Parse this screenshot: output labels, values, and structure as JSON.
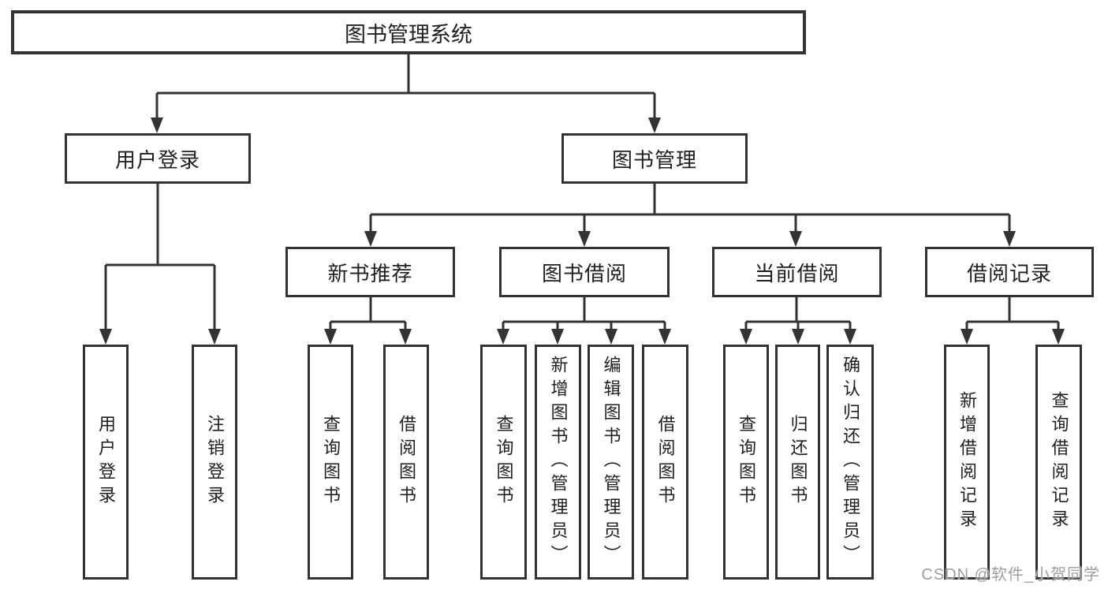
{
  "diagram": {
    "root": "图书管理系统",
    "branches": [
      {
        "label": "用户登录",
        "leaves": [
          "用户登录",
          "注销登录"
        ]
      },
      {
        "label": "图书管理",
        "groups": [
          {
            "label": "新书推荐",
            "leaves": [
              "查询图书",
              "借阅图书"
            ]
          },
          {
            "label": "图书借阅",
            "leaves": [
              "查询图书",
              "新增图书（管理员）",
              "编辑图书（管理员）",
              "借阅图书"
            ]
          },
          {
            "label": "当前借阅",
            "leaves": [
              "查询图书",
              "归还图书",
              "确认归还（管理员）"
            ]
          },
          {
            "label": "借阅记录",
            "leaves": [
              "新增借阅记录",
              "查询借阅记录"
            ]
          }
        ]
      }
    ]
  },
  "watermark": {
    "text": "CSDN @软件_小贺同学",
    "color": "#9e9e9e"
  },
  "style": {
    "line_color": "#333333",
    "box_fill": "#ffffff",
    "text_color": "#1f1f1f",
    "background": "#ffffff"
  }
}
